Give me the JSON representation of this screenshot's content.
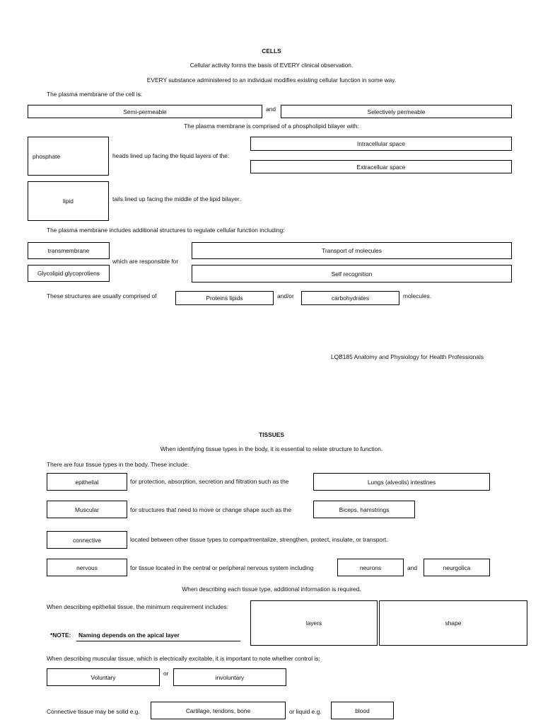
{
  "cells": {
    "title": "CELLS",
    "intro1": "Cellular activity forms the basis of EVERY clinical observation.",
    "intro2": "EVERY substance administered to an individual modifies existing cellular function in some way.",
    "membrane_q": "The plasma membrane of the cell is:",
    "prop1": "Semi-permeable",
    "and1": "and",
    "prop2": "Selectively permeable",
    "bilayer_q": "The plasma membrane is comprised of a phospholipid bilayer with:",
    "head_box": "phosphate",
    "heads_text": "heads lined up facing the liquid layers of the:",
    "space1": "Intracellular space",
    "space2": "Extracelluar space",
    "lipid_box": "lipid",
    "tails_text": "tails lined up facing the middle of the lipid bilayer.",
    "structures_q": "The plasma membrane includes additional structures to regulate cellular function including:",
    "struct1": "transmembrane",
    "struct2": "Glycolipid glycoprotiens",
    "responsible": "which are responsible for",
    "func1": "Transport of molecules",
    "func2": "Self recognition",
    "comprised_q": "These structures are usually comprised of",
    "mol1": "Proteins lipids",
    "andor": "and/or",
    "mol2": "carbohydrates",
    "molecules": "molecules."
  },
  "footer": "LQB185 Anatomy and Physiology for Health Professionals",
  "tissues": {
    "title": "TISSUES",
    "intro": "When identifying tissue types in the body, it is essential to relate structure to function.",
    "four_q": "There are four tissue types in the body. These include:",
    "t1": "epithelial",
    "t1_text": "for protection, absorption, secretion and filtration such as the",
    "t1_ex": "Lungs (alveolis) intestines",
    "t2": "Muscular",
    "t2_text": "for structures that need to move or change shape such as the",
    "t2_ex": "Biceps, hamstrings",
    "t3": "connective",
    "t3_text": "located between other tissue types to compartmentalize, strengthen, protect, insulate, or transport.",
    "t4": "nervous",
    "t4_text": "for tissue located in the central or peripheral nervous system including",
    "t4_ex1": "neurons",
    "t4_and": "and",
    "t4_ex2": "neurgolica",
    "describe": "When describing each tissue type, additional information is required.",
    "epi_q": "When describing epithelial tissue, the minimum requirement includes:",
    "req1": "layers",
    "req2": "shape",
    "note_label": "*NOTE:",
    "note_text": "Naming depends on the apical layer",
    "musc_q": "When describing muscular tissue, which is electrically excitable, it is important to note whether control is:",
    "ctrl1": "Voluntary",
    "or1": "or",
    "ctrl2": "involuntary",
    "conn_q": "Connective tissue may be solid e.g.",
    "solid_ex": "Cartilage, tendons, bone",
    "liquid_q": "or liquid e.g.",
    "liquid_ex": "blood"
  }
}
